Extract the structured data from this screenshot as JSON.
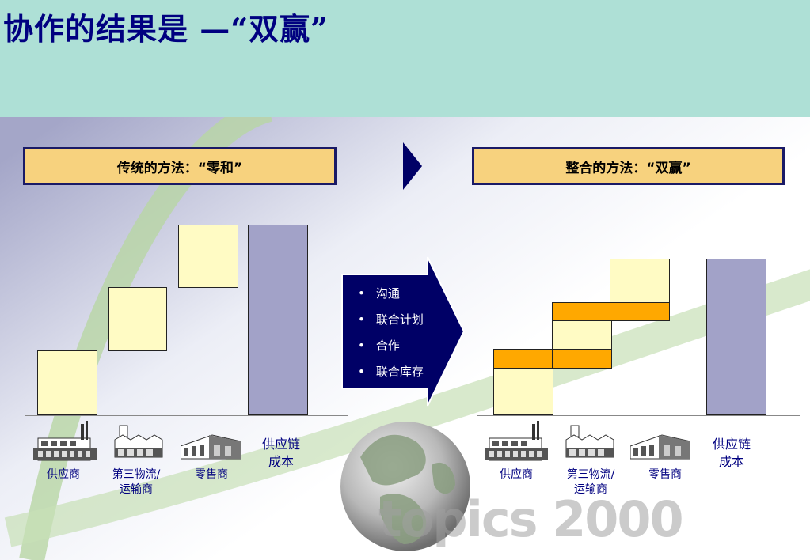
{
  "title": "协作的结果是 —“双赢”",
  "left_box": "传统的方法：“零和”",
  "right_box": "整合的方法：“双赢”",
  "arrow_items": [
    "沟通",
    "联合计划",
    "合作",
    "联合库存"
  ],
  "labels": {
    "supplier": "供应商",
    "logistics_line1": "第三物流/",
    "logistics_line2": "运输商",
    "retailer": "零售商",
    "cost_line1": "供应链",
    "cost_line2": "成本"
  },
  "watermark": "topics 2000",
  "colors": {
    "header_bg": "#aee0d6",
    "title": "#000080",
    "box_fill": "#f7d27e",
    "bar_yellow": "#fffbc4",
    "bar_orange": "#ffa800",
    "bar_purple": "#a2a2c8",
    "arrow": "#000066"
  }
}
